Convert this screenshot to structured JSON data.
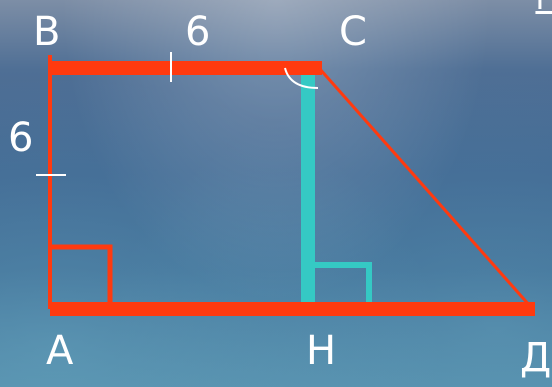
{
  "figure": {
    "vertices": {
      "b": "B",
      "c": "C",
      "a": "A",
      "h": "H",
      "d": "Д"
    },
    "lengths": {
      "bc": "6",
      "ab": "6"
    },
    "corner_fragment": "Н",
    "colors": {
      "trapezoid": "#ff3a0f",
      "height": "#35c9c4",
      "label": "#ffffff",
      "tick": "#ffffff"
    }
  }
}
